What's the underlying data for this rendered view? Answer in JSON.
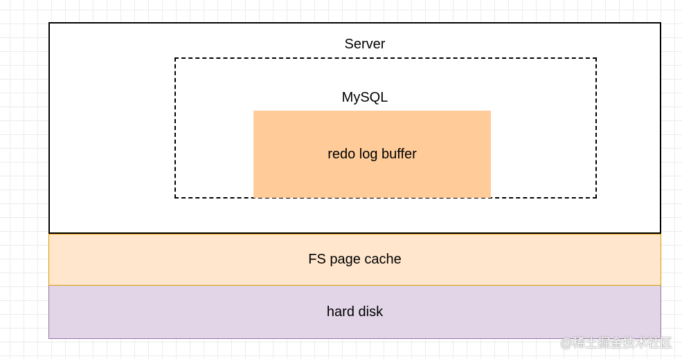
{
  "diagram": {
    "server_label": "Server",
    "mysql_label": "MySQL",
    "redo_label": "redo log buffer",
    "fs_label": "FS page cache",
    "disk_label": "hard disk",
    "watermark": "@稀土掘金技术社区"
  },
  "colors": {
    "redo_fill": "#ffcc99",
    "fs_fill": "#ffe6cc",
    "fs_stroke": "#d79b00",
    "disk_fill": "#e1d5e7",
    "disk_stroke": "#9673a6"
  }
}
